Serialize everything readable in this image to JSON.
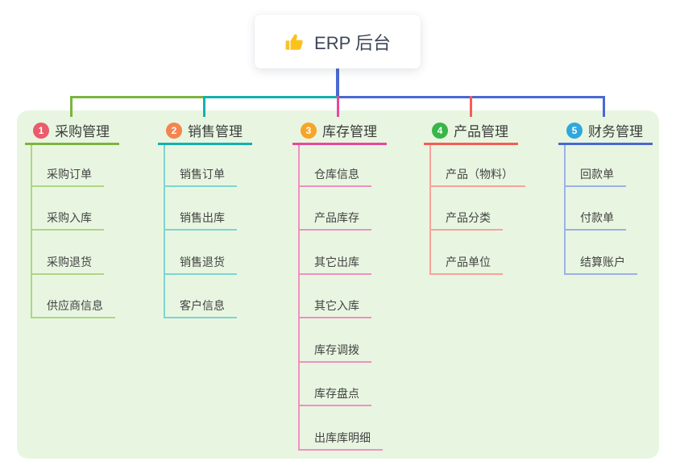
{
  "root": {
    "title": "ERP 后台",
    "icon": "thumbs-up-icon"
  },
  "connector": {
    "trunk_color": "#4a69d2"
  },
  "panel": {
    "bg": "#e8f6e1"
  },
  "branches": [
    {
      "badge": "1",
      "title": "采购管理",
      "color": "#7cb43f",
      "color_light": "#aed584",
      "badge_color": "#ea5b6c",
      "items": [
        "采购订单",
        "采购入库",
        "采购退货",
        "供应商信息"
      ]
    },
    {
      "badge": "2",
      "title": "销售管理",
      "color": "#14b1ae",
      "color_light": "#7fd4d0",
      "badge_color": "#f5854f",
      "items": [
        "销售订单",
        "销售出库",
        "销售退货",
        "客户信息"
      ]
    },
    {
      "badge": "3",
      "title": "库存管理",
      "color": "#e8489b",
      "color_light": "#f18fc3",
      "badge_color": "#f8a427",
      "items": [
        "仓库信息",
        "产品库存",
        "其它出库",
        "其它入库",
        "库存调拨",
        "库存盘点",
        "出库库明细"
      ]
    },
    {
      "badge": "4",
      "title": "产品管理",
      "color": "#f35e55",
      "color_light": "#f8a29b",
      "badge_color": "#39b54a",
      "items": [
        "产品（物料）",
        "产品分类",
        "产品单位"
      ]
    },
    {
      "badge": "5",
      "title": "财务管理",
      "color": "#4a69d2",
      "color_light": "#9cb0e8",
      "badge_color": "#2fa8dc",
      "items": [
        "回款单",
        "付款单",
        "结算账户"
      ]
    }
  ]
}
